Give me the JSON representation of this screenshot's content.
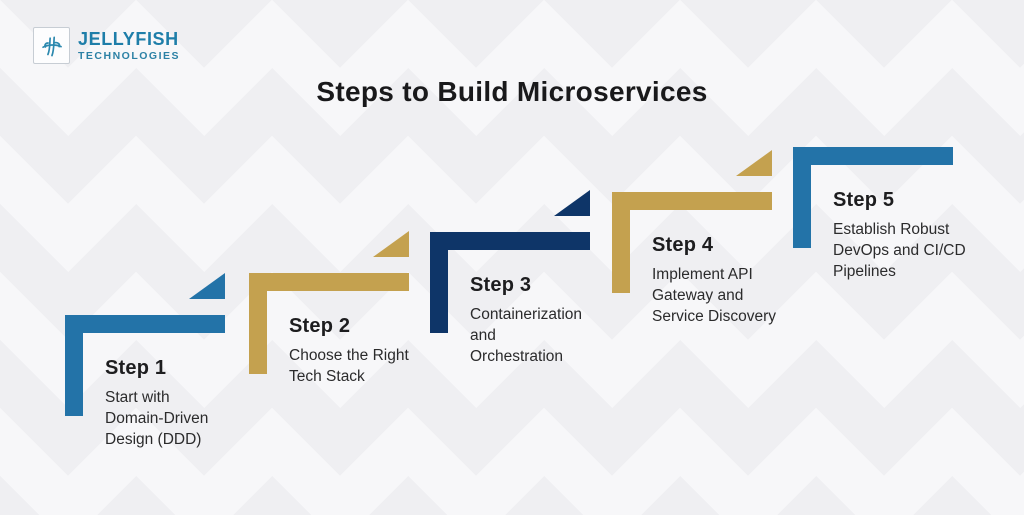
{
  "logo": {
    "brand": "JELLYFISH",
    "subtitle": "TECHNOLOGIES",
    "text_color": "#1e7ea9",
    "icon": "jellyfish-icon"
  },
  "title": "Steps to Build Microservices",
  "palette": {
    "blue": "#2373a8",
    "gold": "#c4a14f",
    "navy": "#0e3568",
    "title_text": "#19191b",
    "body_text": "#2b2b2c",
    "background": "#f7f7f9",
    "background_diamond": "#efeff2"
  },
  "steps": [
    {
      "label": "Step 1",
      "description": "Start with\nDomain-Driven\nDesign (DDD)",
      "color": "#2373a8",
      "has_flag": true
    },
    {
      "label": "Step 2",
      "description": "Choose the Right\nTech Stack",
      "color": "#c4a14f",
      "has_flag": true
    },
    {
      "label": "Step 3",
      "description": "Containerization\nand\nOrchestration",
      "color": "#0e3568",
      "has_flag": true
    },
    {
      "label": "Step 4",
      "description": "Implement API\nGateway and\nService Discovery",
      "color": "#c4a14f",
      "has_flag": true
    },
    {
      "label": "Step 5",
      "description": "Establish Robust\nDevOps and CI/CD\nPipelines",
      "color": "#2373a8",
      "has_flag": false
    }
  ]
}
